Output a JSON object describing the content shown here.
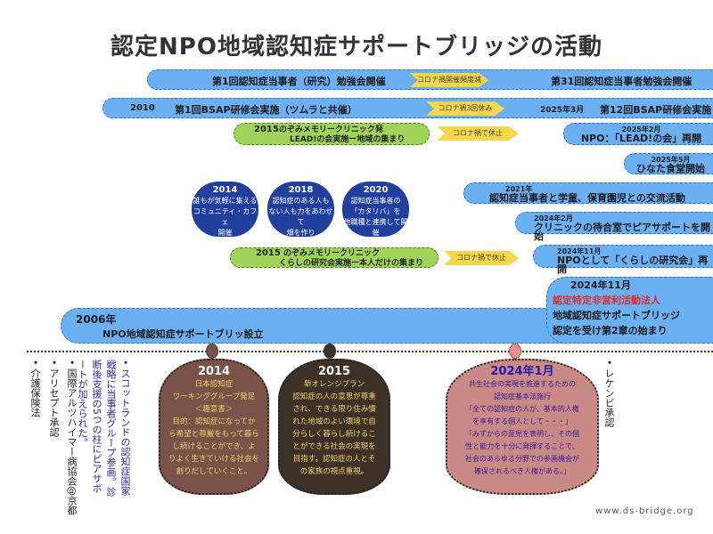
{
  "title": "認定NPO地域認知症サポートブリッジの活動",
  "rows": {
    "r1": {
      "left": "第1回認知症当事者（研究）勉強会開催",
      "arrow": "コロナ禍開催頻度減",
      "right": "第31回認知症当事者勉強会開催"
    },
    "r2": {
      "year": "2010",
      "left": "第1回BSAP研修会実施（ツムラと共催）",
      "arrow": "コロナ禍3回休み",
      "date": "2025年3月",
      "right": "第12回BSAP研修会実施"
    },
    "r3": {
      "year": "2015",
      "line1": "のぞみメモリークリニック発",
      "line2": "LEAD!の会実施ー地域の集まり",
      "arrow": "コロナ禍で休止",
      "date": "2025年2月",
      "right": "NPO：「LEAD!の会」再開"
    },
    "r4": {
      "date": "2025年5月",
      "text": "ひなた食堂開始"
    },
    "r5": {
      "date": "2021年",
      "text": "認知症当事者と学童、保育園児との交流活動"
    },
    "r6": {
      "date": "2024年2月",
      "text": "クリニックの待合室でピアサポートを開始"
    },
    "r7": {
      "year": "2015",
      "line1": "のぞみメモリークリニック",
      "line2": "くらしの研究会実施ー本人だけの集まり",
      "arrow": "コロナ禍で休止",
      "date": "2024年11月",
      "right": "NPOとして「くらしの研究会」再開"
    },
    "r8": {
      "date": "2024年11月",
      "red": "認定特定非営利活動法人",
      "line1": "地域認知症サポートブリッジ",
      "line2": "認定を受け第2章の始まり"
    },
    "r9": {
      "date": "2006年",
      "text": "NPO地域認知症サポートブリッ設立"
    }
  },
  "circles": [
    {
      "year": "2014",
      "lines": [
        "誰もが気軽に集える",
        "コミュニティ・カフェ",
        "開催"
      ]
    },
    {
      "year": "2018",
      "lines": [
        "認知症のある人も",
        "ない人も力をあわせて",
        "畑を作り"
      ]
    },
    {
      "year": "2020",
      "lines": [
        "認知症当事者の",
        "「カタリバ」を",
        "他職種と連携して開催"
      ]
    }
  ],
  "pods": [
    {
      "year": "2014",
      "lines": [
        "日本認知症",
        "ワーキンググループ発足",
        "＜趣意書＞",
        "目的：認知症になってか",
        "ら希望と尊厳をもって暮ら",
        "し続けることができ、よ",
        "りよく生きていける社会を",
        "創りだしていくこと。"
      ]
    },
    {
      "year": "2015",
      "lines": [
        "新オレンジプラン",
        "認知症の人の意思が尊重",
        "され、できる限り住み慣",
        "れた地域のよい環境で自",
        "分らしく暮らし続けるこ",
        "とができる社会の実現を",
        "目指す。認知症の人とそ",
        "の家族の視点重視。"
      ]
    },
    {
      "year": "2024年1月",
      "lines": [
        "共生社会の実現を推進するための",
        "認知症基本法施行",
        "「全ての認知症の人が、基本的人権",
        "を享有する個人として・・・」",
        "「みずからの意見を表明し、その個",
        "性と能力を十分に発揮することで、",
        "社会のあらゆる分野での参画機会が",
        "確保されるべき人権がある。」"
      ]
    }
  ],
  "bullets": [
    "介護保険法",
    "アリセプト承認",
    "国際アルツハイマー病協会@京都",
    "スコットランドの認知症国家戦略に当事者グループ参画。診断後支援の5つの柱にピアサポートが加えられた。",
    "レケンビ承認"
  ],
  "website": "www.ds-bridge.org",
  "colors": {
    "blue": "#6cb0f4",
    "navy": "#213f9c",
    "green": "#9fd35a",
    "yellow": "#f6d64c",
    "red": "#e02a2a"
  }
}
